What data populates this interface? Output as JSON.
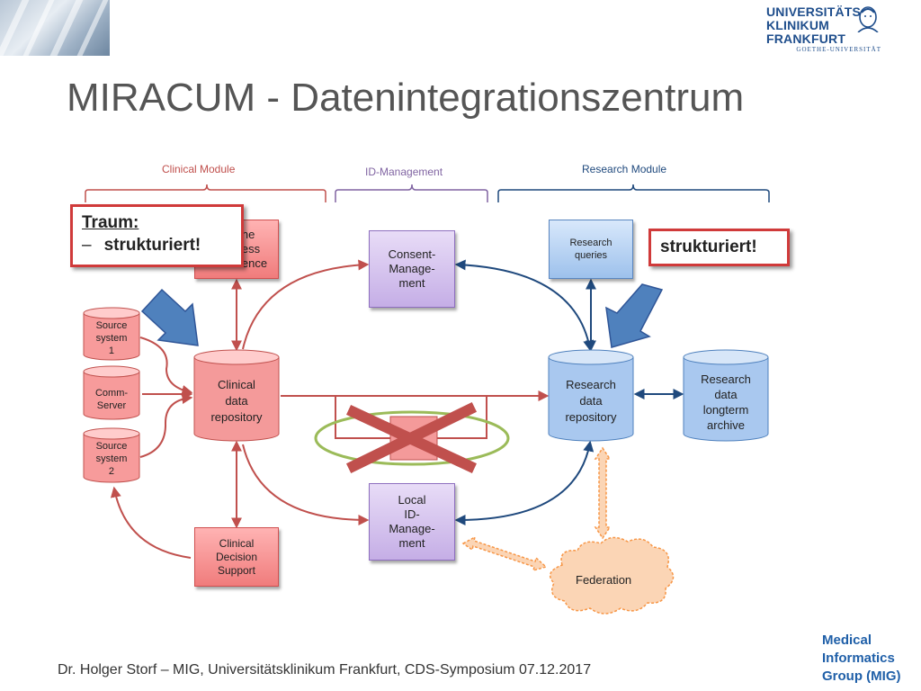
{
  "header": {
    "logo_line1": "UNIVERSITÄTS",
    "logo_line2": "KLINIKUM FRANKFURT",
    "logo_line3": "GOETHE-UNIVERSITÄT",
    "title": "MIRACUM - Datenintegrationszentrum"
  },
  "modules": {
    "clinical": "Clinical Module",
    "id_management": "ID-Management",
    "research": "Research Module"
  },
  "nodes": {
    "online_process": [
      "ne",
      "ess",
      "ence"
    ],
    "consent": [
      "Consent-",
      "Manage-",
      "ment"
    ],
    "research_queries": [
      "Research",
      "queries"
    ],
    "source1": [
      "Source",
      "system",
      "1"
    ],
    "comm_server": [
      "Comm-",
      "Server"
    ],
    "source2": [
      "Source",
      "system",
      "2"
    ],
    "clinical_repo": [
      "Clinical",
      "data",
      "repository"
    ],
    "research_repo": [
      "Research",
      "data",
      "repository"
    ],
    "longterm": [
      "Research",
      "data",
      "longterm",
      "archive"
    ],
    "cds": [
      "Clinical",
      "Decision",
      "Support"
    ],
    "local_id": [
      "Local",
      "ID-",
      "Manage-",
      "ment"
    ],
    "federation": "Federation"
  },
  "callouts": {
    "traum_title": "Traum:",
    "traum_dash": "–",
    "traum_item": "strukturiert!",
    "right": "strukturiert!"
  },
  "footer": {
    "text": "Dr. Holger Storf – MIG, Universitätsklinikum Frankfurt, CDS-Symposium 07.12.2017",
    "mig_line1": "Medical",
    "mig_line2": "Informatics",
    "mig_line3": "Group (MIG)"
  },
  "colors": {
    "clinical": "#c0504d",
    "id_management": "#8064a2",
    "research": "#1f497d",
    "arrow_blue": "#4f81bd",
    "federation": "#fbd5b5",
    "ellipse_green": "#9bbb59"
  }
}
